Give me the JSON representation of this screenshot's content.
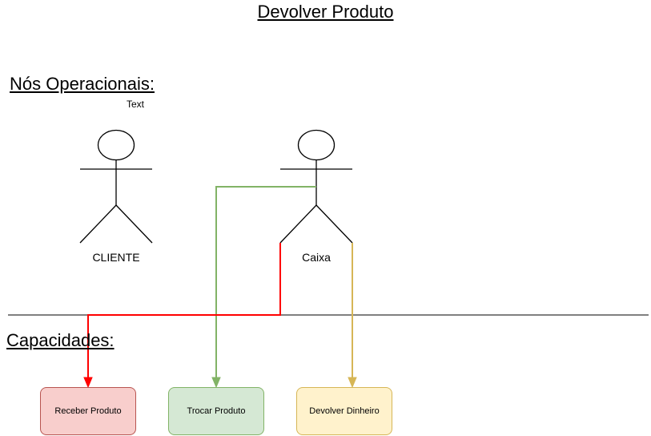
{
  "diagram": {
    "title": "Devolver Produto",
    "section_nodes": "Nós Operacionais:",
    "section_capabilities": "Capacidades:",
    "placeholder_text": "Text",
    "actors": [
      {
        "label": "CLIENTE"
      },
      {
        "label": "Caixa"
      }
    ],
    "capabilities": [
      {
        "label": "Receber Produto",
        "fill": "#f8cecc",
        "stroke": "#b85450"
      },
      {
        "label": "Trocar Produto",
        "fill": "#d5e8d4",
        "stroke": "#82b366"
      },
      {
        "label": "Devolver Dinheiro",
        "fill": "#fff2cc",
        "stroke": "#d6b656"
      }
    ],
    "connector_colors": {
      "red": "#ff0000",
      "green": "#82b366",
      "yellow": "#d6b656"
    }
  }
}
